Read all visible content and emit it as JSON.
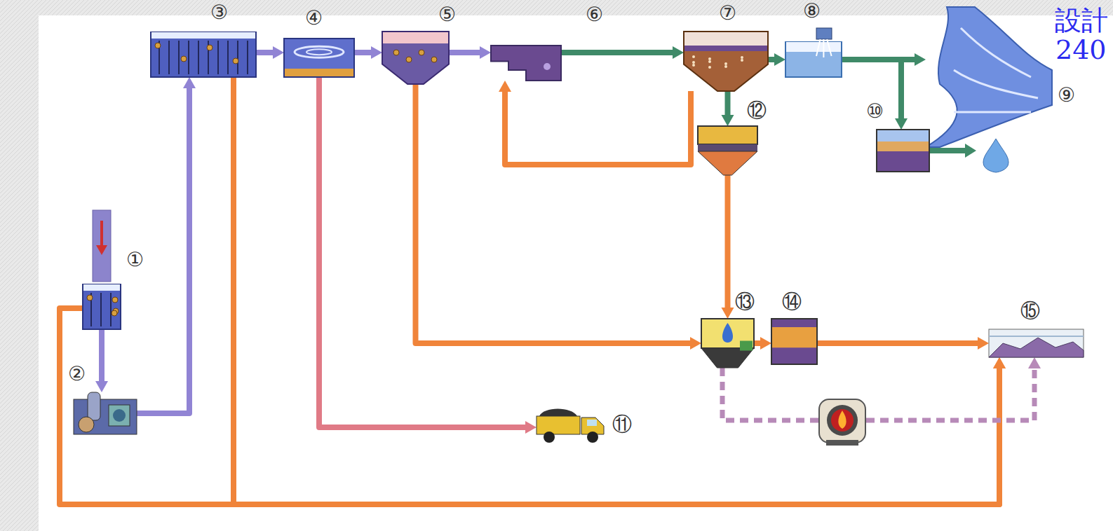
{
  "diagram": {
    "nodes": [
      {
        "text": [
          "①"
        ]
      },
      {
        "text": [
          "②"
        ]
      },
      {
        "text": [
          "③"
        ]
      },
      {
        "text": [
          "④"
        ]
      },
      {
        "text": [
          "⑤"
        ]
      },
      {
        "text": [
          "⑥"
        ]
      },
      {
        "text": [
          "⑦"
        ]
      },
      {
        "text": [
          "⑧"
        ]
      },
      {
        "text": [
          "⑨"
        ]
      },
      {
        "text": [
          "⑩"
        ]
      },
      {
        "text": [
          "⑪"
        ]
      },
      {
        "text": [
          "⑫"
        ]
      },
      {
        "text": [
          "⑬"
        ]
      },
      {
        "text": [
          "⑭"
        ]
      },
      {
        "text": [
          "⑮"
        ]
      }
    ],
    "edges": [
      {
        "from": 0,
        "to": 1,
        "arrow": "to"
      },
      {
        "from": 1,
        "to": 2,
        "arrow": "to"
      },
      {
        "from": 2,
        "to": 3,
        "arrow": "to"
      },
      {
        "from": 3,
        "to": 4,
        "arrow": "to"
      },
      {
        "from": 4,
        "to": 5,
        "arrow": "to"
      },
      {
        "from": 5,
        "to": 6,
        "arrow": "to"
      },
      {
        "from": 6,
        "to": 7,
        "arrow": "to"
      },
      {
        "from": 7,
        "to": 8,
        "arrow": "to"
      },
      {
        "from": 7,
        "to": 9,
        "arrow": "to"
      },
      {
        "from": 6,
        "to": 11,
        "arrow": "to"
      },
      {
        "from": 11,
        "to": 12,
        "arrow": "to"
      },
      {
        "from": 4,
        "to": 12,
        "arrow": "to"
      },
      {
        "from": 12,
        "to": 13,
        "arrow": "to"
      },
      {
        "from": 13,
        "to": 14,
        "arrow": "to"
      },
      {
        "from": 3,
        "to": 10,
        "arrow": "to"
      },
      {
        "from": 2,
        "to": 14,
        "arrow": "to"
      },
      {
        "from": 0,
        "to": 14,
        "arrow": "to"
      },
      {
        "from": 6,
        "to": 5,
        "arrow": "to"
      },
      {
        "from": 12,
        "to": 14,
        "arrow": "to"
      }
    ],
    "labels": [
      "設計",
      "240"
    ]
  }
}
